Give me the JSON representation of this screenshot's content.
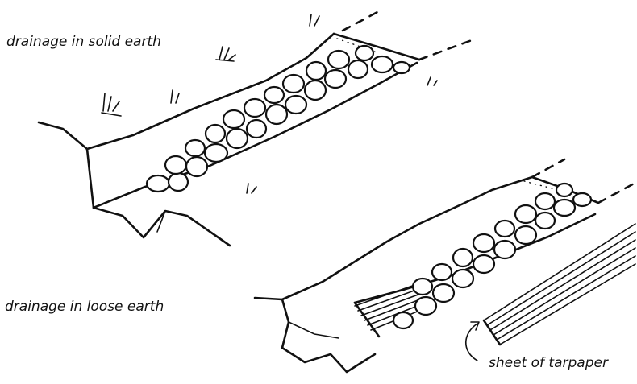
{
  "labels": {
    "solid": "drainage in solid earth",
    "loose": "drainage in loose earth",
    "tarpaper": "sheet of tarpaper"
  },
  "icons": [
    "grass-tuft-icon",
    "curved-arrow-icon"
  ]
}
